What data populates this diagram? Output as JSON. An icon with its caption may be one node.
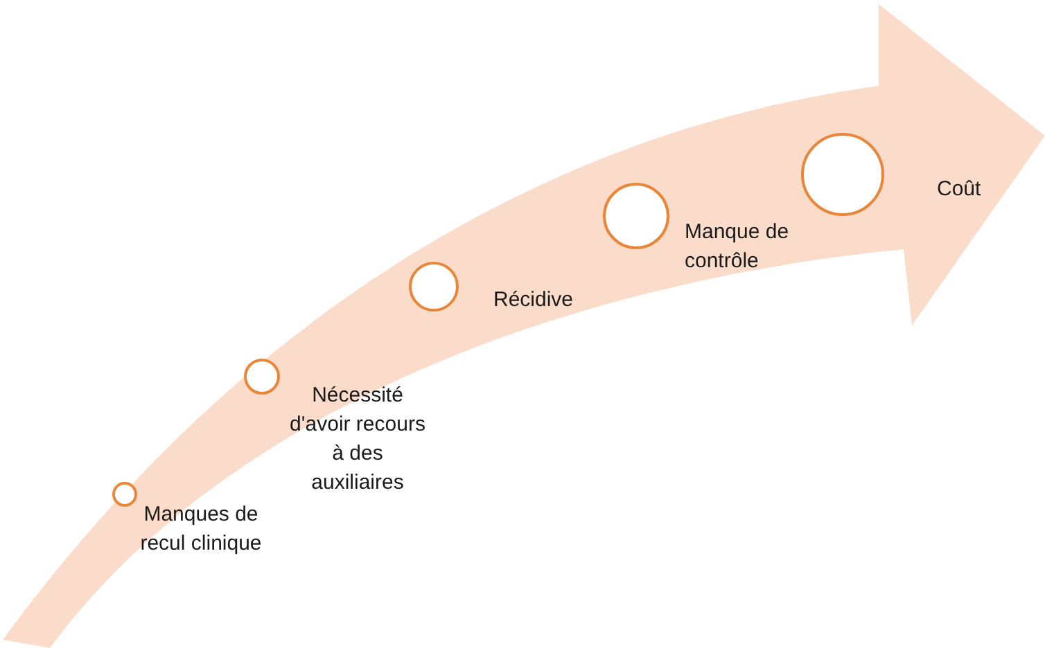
{
  "diagram": {
    "nodes": [
      {
        "text": [],
        "shape": "circle",
        "beside": [
          "Manques de recul clinique"
        ]
      },
      {
        "text": [],
        "shape": "circle",
        "beside": [
          "Nécessité d'avoir recours à des auxiliaires"
        ]
      },
      {
        "text": [],
        "shape": "circle",
        "beside": [
          "Récidive"
        ]
      },
      {
        "text": [],
        "shape": "circle",
        "beside": [
          "Manque de contrôle"
        ]
      },
      {
        "text": [],
        "shape": "circle",
        "beside": [
          "Coût"
        ]
      }
    ]
  }
}
